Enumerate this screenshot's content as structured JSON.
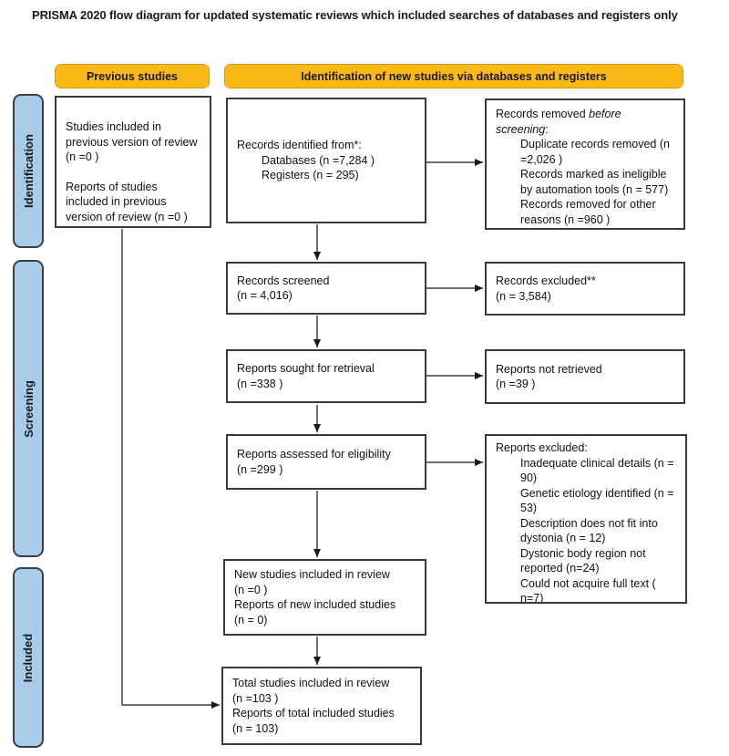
{
  "title": "PRISMA 2020 flow diagram for updated systematic reviews which included searches of databases and registers only",
  "colors": {
    "header_orange": "#FBB917",
    "header_border": "#D79B1B",
    "sidebar_blue": "#A8CBE9",
    "sidebar_border": "#35404E",
    "box_border": "#3A3A3A",
    "arrow": "#404040"
  },
  "headers": {
    "previous": "Previous studies",
    "identification": "Identification of new studies via databases and registers"
  },
  "sidebar": {
    "identification": "Identification",
    "screening": "Screening",
    "included": "Included"
  },
  "boxes": {
    "previous_studies": {
      "para1": "Studies included in previous version of review (n =0 )",
      "para2": "Reports of studies included in previous version of review (n =0 )"
    },
    "records_identified": {
      "title": "Records identified from*:",
      "items": [
        "Databases (n =7,284 )",
        "Registers (n = 295)"
      ]
    },
    "records_removed": {
      "title_pre": "Records removed ",
      "title_italic": "before screening",
      "title_post": ":",
      "items": [
        "Duplicate records removed (n =2,026 )",
        "Records marked as ineligible by automation tools (n = 577)",
        "Records removed for other reasons (n =960 )"
      ]
    },
    "records_screened": {
      "lines": [
        "Records screened",
        "(n = 4,016)"
      ]
    },
    "records_excluded": {
      "lines": [
        "Records excluded**",
        "(n = 3,584)"
      ]
    },
    "reports_sought": {
      "lines": [
        "Reports sought for retrieval",
        "(n =338 )"
      ]
    },
    "reports_not_retrieved": {
      "lines": [
        "Reports not retrieved",
        "(n =39 )"
      ]
    },
    "reports_assessed": {
      "lines": [
        "Reports assessed for eligibility",
        "(n =299 )"
      ]
    },
    "reports_excluded": {
      "title": "Reports excluded:",
      "items": [
        "Inadequate clinical details (n = 90)",
        "Genetic etiology identified (n = 53)",
        "Description does not fit into dystonia (n = 12)",
        "Dystonic body region not reported (n=24)",
        "Could not acquire full text ( n=7)"
      ]
    },
    "new_studies": {
      "lines": [
        "New studies included in review",
        "(n =0 )",
        "Reports of new included studies",
        "(n = 0)"
      ]
    },
    "total_studies": {
      "lines": [
        "Total studies included in review",
        "(n =103 )",
        "Reports of total included studies",
        "(n = 103)"
      ]
    }
  }
}
